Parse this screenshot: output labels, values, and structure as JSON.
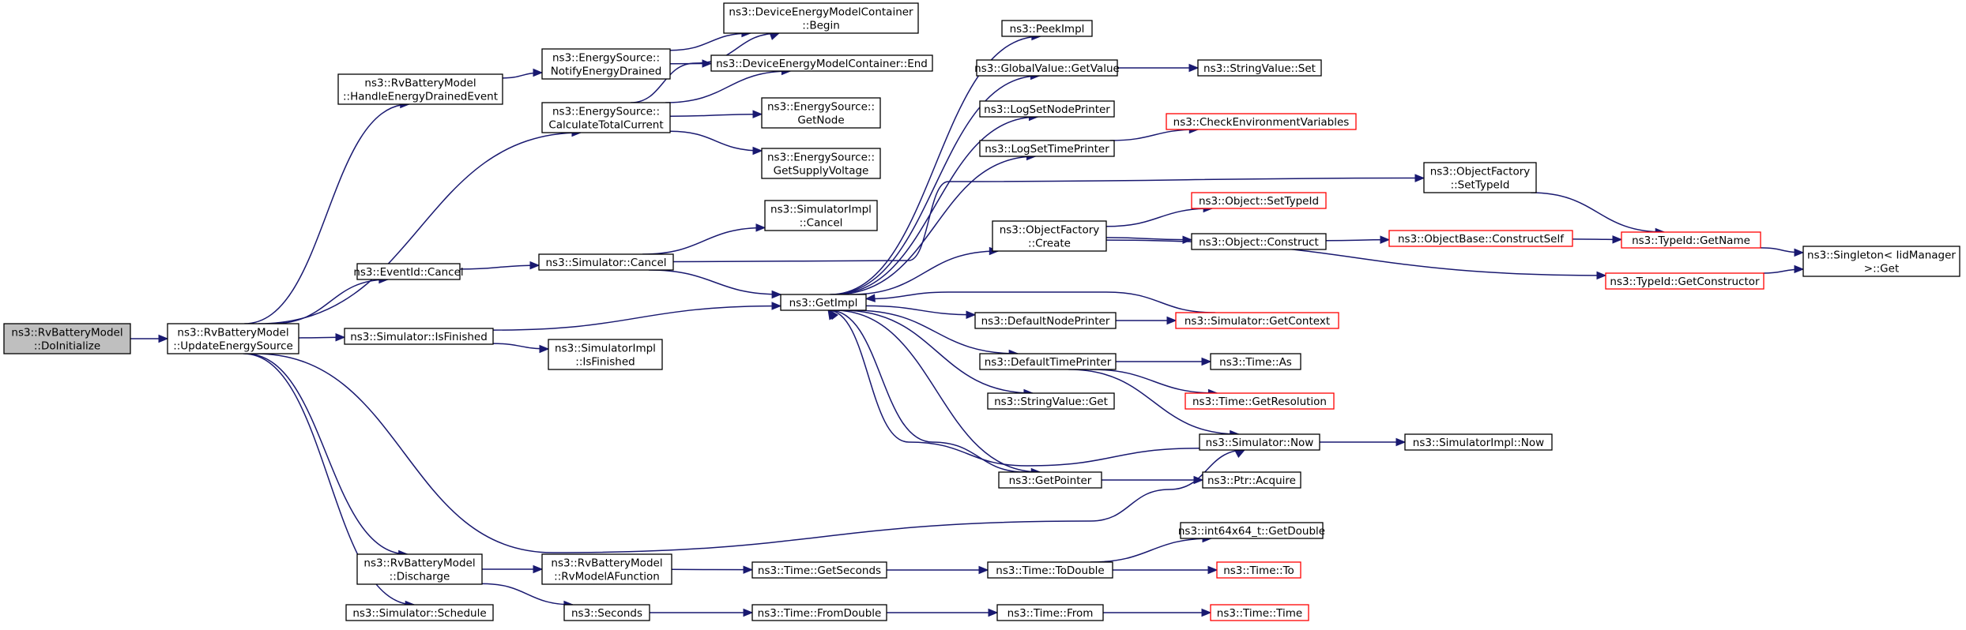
{
  "graph": {
    "title": "",
    "nodes": [
      {
        "id": "root",
        "lines": [
          "ns3::RvBatteryModel",
          "::DoInitialize"
        ],
        "style": "root"
      },
      {
        "id": "ues",
        "lines": [
          "ns3::RvBatteryModel",
          "::UpdateEnergySource"
        ],
        "style": "normal"
      },
      {
        "id": "hed",
        "lines": [
          "ns3::RvBatteryModel",
          "::HandleEnergyDrainedEvent"
        ],
        "style": "normal"
      },
      {
        "id": "ned",
        "lines": [
          "ns3::EnergySource::",
          "NotifyEnergyDrained"
        ],
        "style": "normal"
      },
      {
        "id": "ctc",
        "lines": [
          "ns3::EnergySource::",
          "CalculateTotalCurrent"
        ],
        "style": "normal"
      },
      {
        "id": "dbeg",
        "lines": [
          "ns3::DeviceEnergyModelContainer",
          "::Begin"
        ],
        "style": "normal"
      },
      {
        "id": "dend",
        "lines": [
          "ns3::DeviceEnergyModelContainer::End"
        ],
        "style": "normal"
      },
      {
        "id": "gnode",
        "lines": [
          "ns3::EnergySource::",
          "GetNode"
        ],
        "style": "normal"
      },
      {
        "id": "gsv",
        "lines": [
          "ns3::EnergySource::",
          "GetSupplyVoltage"
        ],
        "style": "normal"
      },
      {
        "id": "sicancel",
        "lines": [
          "ns3::SimulatorImpl",
          "::Cancel"
        ],
        "style": "normal"
      },
      {
        "id": "evcancel",
        "lines": [
          "ns3::EventId::Cancel"
        ],
        "style": "normal"
      },
      {
        "id": "simcancel",
        "lines": [
          "ns3::Simulator::Cancel"
        ],
        "style": "normal"
      },
      {
        "id": "getimpl",
        "lines": [
          "ns3::GetImpl"
        ],
        "style": "normal"
      },
      {
        "id": "isfin",
        "lines": [
          "ns3::Simulator::IsFinished"
        ],
        "style": "normal"
      },
      {
        "id": "siisfin",
        "lines": [
          "ns3::SimulatorImpl",
          "::IsFinished"
        ],
        "style": "normal"
      },
      {
        "id": "peek",
        "lines": [
          "ns3::PeekImpl"
        ],
        "style": "normal"
      },
      {
        "id": "gvget",
        "lines": [
          "ns3::GlobalValue::GetValue"
        ],
        "style": "normal"
      },
      {
        "id": "svset",
        "lines": [
          "ns3::StringValue::Set"
        ],
        "style": "normal"
      },
      {
        "id": "lsnp",
        "lines": [
          "ns3::LogSetNodePrinter"
        ],
        "style": "normal"
      },
      {
        "id": "lstp",
        "lines": [
          "ns3::LogSetTimePrinter"
        ],
        "style": "normal"
      },
      {
        "id": "cenv",
        "lines": [
          "ns3::CheckEnvironmentVariables"
        ],
        "style": "red"
      },
      {
        "id": "ofset",
        "lines": [
          "ns3::ObjectFactory",
          "::SetTypeId"
        ],
        "style": "normal"
      },
      {
        "id": "ofcreate",
        "lines": [
          "ns3::ObjectFactory",
          "::Create"
        ],
        "style": "normal"
      },
      {
        "id": "objset",
        "lines": [
          "ns3::Object::SetTypeId"
        ],
        "style": "red"
      },
      {
        "id": "objcons",
        "lines": [
          "ns3::Object::Construct"
        ],
        "style": "normal"
      },
      {
        "id": "obcs",
        "lines": [
          "ns3::ObjectBase::ConstructSelf"
        ],
        "style": "red"
      },
      {
        "id": "tgname",
        "lines": [
          "ns3::TypeId::GetName"
        ],
        "style": "red"
      },
      {
        "id": "singleton",
        "lines": [
          "ns3::Singleton< IidManager",
          "  >::Get"
        ],
        "style": "normal"
      },
      {
        "id": "tgcons",
        "lines": [
          "ns3::TypeId::GetConstructor"
        ],
        "style": "red"
      },
      {
        "id": "dnp",
        "lines": [
          "ns3::DefaultNodePrinter"
        ],
        "style": "normal"
      },
      {
        "id": "sgctx",
        "lines": [
          "ns3::Simulator::GetContext"
        ],
        "style": "red"
      },
      {
        "id": "dtp",
        "lines": [
          "ns3::DefaultTimePrinter"
        ],
        "style": "normal"
      },
      {
        "id": "tas",
        "lines": [
          "ns3::Time::As"
        ],
        "style": "normal"
      },
      {
        "id": "tgres",
        "lines": [
          "ns3::Time::GetResolution"
        ],
        "style": "red"
      },
      {
        "id": "svget",
        "lines": [
          "ns3::StringValue::Get"
        ],
        "style": "normal"
      },
      {
        "id": "snow",
        "lines": [
          "ns3::Simulator::Now"
        ],
        "style": "normal"
      },
      {
        "id": "sinow",
        "lines": [
          "ns3::SimulatorImpl::Now"
        ],
        "style": "normal"
      },
      {
        "id": "gptr",
        "lines": [
          "ns3::GetPointer"
        ],
        "style": "normal"
      },
      {
        "id": "pacq",
        "lines": [
          "ns3::Ptr::Acquire"
        ],
        "style": "normal"
      },
      {
        "id": "i64gd",
        "lines": [
          "ns3::int64x64_t::GetDouble"
        ],
        "style": "normal"
      },
      {
        "id": "discharge",
        "lines": [
          "ns3::RvBatteryModel",
          "::Discharge"
        ],
        "style": "normal"
      },
      {
        "id": "rvafn",
        "lines": [
          "ns3::RvBatteryModel",
          "::RvModelAFunction"
        ],
        "style": "normal"
      },
      {
        "id": "tgsec",
        "lines": [
          "ns3::Time::GetSeconds"
        ],
        "style": "normal"
      },
      {
        "id": "ttod",
        "lines": [
          "ns3::Time::ToDouble"
        ],
        "style": "normal"
      },
      {
        "id": "tto",
        "lines": [
          "ns3::Time::To"
        ],
        "style": "red"
      },
      {
        "id": "sched",
        "lines": [
          "ns3::Simulator::Schedule"
        ],
        "style": "normal"
      },
      {
        "id": "seconds",
        "lines": [
          "ns3::Seconds"
        ],
        "style": "normal"
      },
      {
        "id": "tfd",
        "lines": [
          "ns3::Time::FromDouble"
        ],
        "style": "normal"
      },
      {
        "id": "tfrom",
        "lines": [
          "ns3::Time::From"
        ],
        "style": "normal"
      },
      {
        "id": "ttime",
        "lines": [
          "ns3::Time::Time"
        ],
        "style": "red"
      }
    ],
    "edges": [
      [
        "root",
        "ues"
      ],
      [
        "ues",
        "hed"
      ],
      [
        "ues",
        "ctc"
      ],
      [
        "ues",
        "evcancel"
      ],
      [
        "ues",
        "isfin"
      ],
      [
        "ues",
        "snow"
      ],
      [
        "ues",
        "discharge"
      ],
      [
        "ues",
        "sched"
      ],
      [
        "hed",
        "ned"
      ],
      [
        "ned",
        "dbeg"
      ],
      [
        "ned",
        "dend"
      ],
      [
        "ctc",
        "dbeg"
      ],
      [
        "ctc",
        "dend"
      ],
      [
        "ctc",
        "gnode"
      ],
      [
        "ctc",
        "gsv"
      ],
      [
        "evcancel",
        "simcancel"
      ],
      [
        "simcancel",
        "sicancel"
      ],
      [
        "simcancel",
        "getimpl"
      ],
      [
        "simcancel",
        "ofset"
      ],
      [
        "isfin",
        "getimpl"
      ],
      [
        "isfin",
        "siisfin"
      ],
      [
        "getimpl",
        "peek"
      ],
      [
        "getimpl",
        "gvget"
      ],
      [
        "getimpl",
        "lsnp"
      ],
      [
        "getimpl",
        "lstp"
      ],
      [
        "getimpl",
        "ofcreate"
      ],
      [
        "getimpl",
        "dnp"
      ],
      [
        "getimpl",
        "dtp"
      ],
      [
        "getimpl",
        "svget"
      ],
      [
        "getimpl",
        "gptr"
      ],
      [
        "gvget",
        "svset"
      ],
      [
        "lstp",
        "cenv"
      ],
      [
        "ofset",
        "tgname"
      ],
      [
        "ofcreate",
        "objset"
      ],
      [
        "ofcreate",
        "objcons"
      ],
      [
        "ofcreate",
        "tgcons"
      ],
      [
        "objcons",
        "obcs"
      ],
      [
        "obcs",
        "tgname"
      ],
      [
        "tgname",
        "singleton"
      ],
      [
        "tgcons",
        "singleton"
      ],
      [
        "dnp",
        "sgctx"
      ],
      [
        "sgctx",
        "getimpl"
      ],
      [
        "dtp",
        "tas"
      ],
      [
        "dtp",
        "tgres"
      ],
      [
        "dtp",
        "snow"
      ],
      [
        "snow",
        "getimpl"
      ],
      [
        "snow",
        "sinow"
      ],
      [
        "gptr",
        "getimpl"
      ],
      [
        "gptr",
        "pacq"
      ],
      [
        "discharge",
        "rvafn"
      ],
      [
        "discharge",
        "seconds"
      ],
      [
        "rvafn",
        "tgsec"
      ],
      [
        "tgsec",
        "ttod"
      ],
      [
        "ttod",
        "i64gd"
      ],
      [
        "ttod",
        "tto"
      ],
      [
        "seconds",
        "tfd"
      ],
      [
        "tfd",
        "tfrom"
      ],
      [
        "tfrom",
        "ttime"
      ]
    ]
  }
}
